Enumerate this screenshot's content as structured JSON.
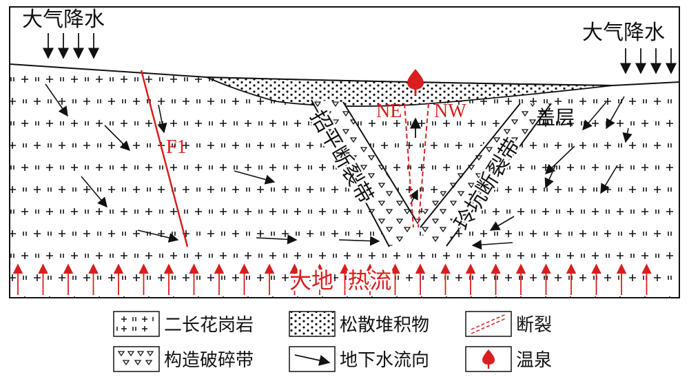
{
  "labels": {
    "precip_left": "大气降水",
    "precip_right": "大气降水",
    "fault_f1": "F1",
    "ne": "NE",
    "nw": "NW",
    "cap": "盖层",
    "zhaoping_fault": "招平断裂带",
    "lingkang_fault": "玲坑断裂带",
    "heat_flow": "大地  热流"
  },
  "legend": [
    {
      "key": "granite",
      "label": "二长花岗岩"
    },
    {
      "key": "sediment",
      "label": "松散堆积物"
    },
    {
      "key": "fault",
      "label": "断裂"
    },
    {
      "key": "breccia",
      "label": "构造破碎带"
    },
    {
      "key": "flow",
      "label": "地下水流向"
    },
    {
      "key": "spring",
      "label": "温泉"
    }
  ],
  "colors": {
    "red": "#d81e1e",
    "ink": "#111111"
  }
}
